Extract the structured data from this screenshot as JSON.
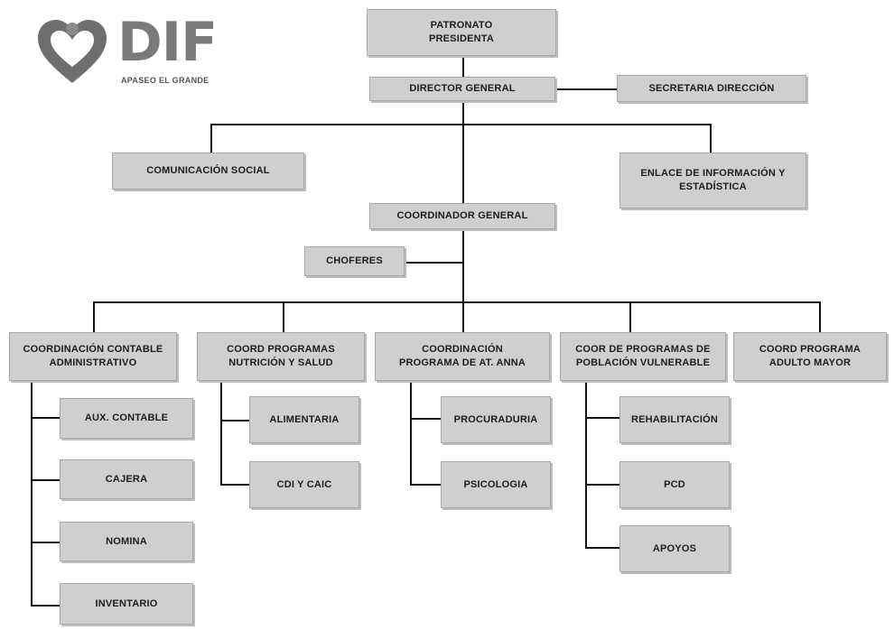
{
  "logo": {
    "text": "DIF",
    "subtitle": "APASEO EL GRANDE"
  },
  "nodes": {
    "patronato": [
      "PATRONATO",
      "PRESIDENTA"
    ],
    "director": [
      "DIRECTOR GENERAL"
    ],
    "secretaria": [
      "SECRETARIA DIRECCIÓN"
    ],
    "comunicacion": [
      "COMUNICACIÓN SOCIAL"
    ],
    "enlace": [
      "ENLACE DE INFORMACIÓN Y",
      "ESTADÍSTICA"
    ],
    "coordinador": [
      "COORDINADOR GENERAL"
    ],
    "choferes": [
      "CHOFERES"
    ],
    "contable": [
      "COORDINACIÓN CONTABLE",
      "ADMINISTRATIVO"
    ],
    "nutricion": [
      "COORD PROGRAMAS",
      "NUTRICIÓN Y SALUD"
    ],
    "anna": [
      "COORDINACIÓN",
      "PROGRAMA DE AT. ANNA"
    ],
    "vulnerable": [
      "COOR DE PROGRAMAS DE",
      "POBLACIÓN VULNERABLE"
    ],
    "adulto": [
      "COORD PROGRAMA",
      "ADULTO MAYOR"
    ],
    "aux_contable": [
      "AUX. CONTABLE"
    ],
    "cajera": [
      "CAJERA"
    ],
    "nomina": [
      "NOMINA"
    ],
    "inventario": [
      "INVENTARIO"
    ],
    "alimentaria": [
      "ALIMENTARIA"
    ],
    "cdi": [
      "CDI Y CAIC"
    ],
    "procuraduria": [
      "PROCURADURIA"
    ],
    "psicologia": [
      "PSICOLOGIA"
    ],
    "rehabilitacion": [
      "REHABILITACIÓN"
    ],
    "pcd": [
      "PCD"
    ],
    "apoyos": [
      "APOYOS"
    ]
  }
}
